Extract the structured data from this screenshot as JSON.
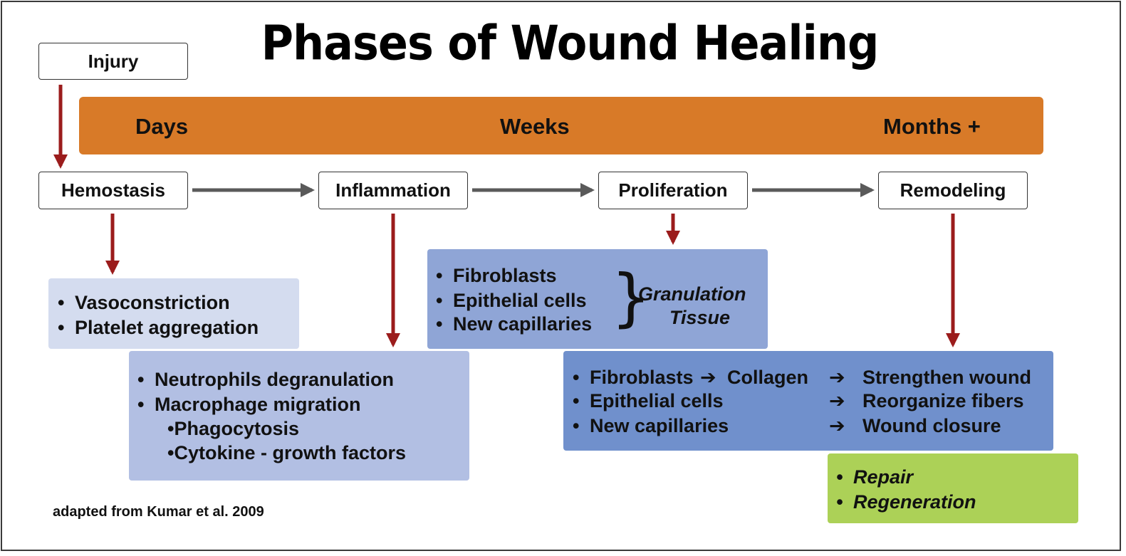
{
  "title": "Phases of Wound Healing",
  "injury_label": "Injury",
  "timeline": {
    "days": "Days",
    "weeks": "Weeks",
    "months": "Months +"
  },
  "phases": {
    "hemostasis": "Hemostasis",
    "inflammation": "Inflammation",
    "proliferation": "Proliferation",
    "remodeling": "Remodeling"
  },
  "hemostasis_details": [
    "Vasoconstriction",
    "Platelet aggregation"
  ],
  "inflammation_details": {
    "items": [
      "Neutrophils degranulation",
      "Macrophage migration"
    ],
    "subitems": [
      "•Phagocytosis",
      "•Cytokine - growth factors"
    ]
  },
  "proliferation_details": {
    "items": [
      "Fibroblasts",
      "Epithelial cells",
      "New capillaries"
    ],
    "group_label_line1": "Granulation",
    "group_label_line2": "Tissue"
  },
  "remodeling_details": {
    "sources": [
      "Fibroblasts",
      "Epithelial cells",
      "New capillaries"
    ],
    "intermediate": "Collagen",
    "outcomes": [
      "Strengthen wound",
      "Reorganize fibers",
      "Wound closure"
    ]
  },
  "outcomes": [
    "Repair",
    "Regeneration"
  ],
  "credit": "adapted from Kumar et al. 2009",
  "colors": {
    "timeline": "#d87a28",
    "arrow_red": "#9b1c1c",
    "arrow_gray": "#5a5a5a",
    "hemostasis_panel": "#d4dcef",
    "inflammation_panel": "#b2bfe3",
    "proliferation_panel": "#8fa5d6",
    "remodeling_panel": "#7090cc",
    "outcome_panel": "#acd157"
  }
}
